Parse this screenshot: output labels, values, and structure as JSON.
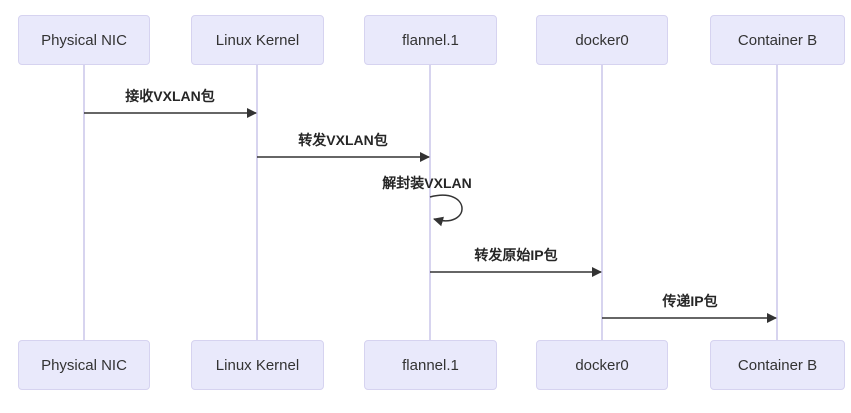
{
  "diagram": {
    "type": "sequence-diagram",
    "topic": "VXLAN packet flow",
    "actors": [
      {
        "name": "Physical NIC"
      },
      {
        "name": "Linux Kernel"
      },
      {
        "name": "flannel.1"
      },
      {
        "name": "docker0"
      },
      {
        "name": "Container B"
      }
    ],
    "messages": [
      {
        "from": "Physical NIC",
        "to": "Linux Kernel",
        "label": "接收VXLAN包",
        "style": "solid-arrow"
      },
      {
        "from": "Linux Kernel",
        "to": "flannel.1",
        "label": "转发VXLAN包",
        "style": "solid-arrow"
      },
      {
        "from": "flannel.1",
        "to": "flannel.1",
        "label": "解封装VXLAN",
        "style": "self-loop"
      },
      {
        "from": "flannel.1",
        "to": "docker0",
        "label": "转发原始IP包",
        "style": "solid-arrow"
      },
      {
        "from": "docker0",
        "to": "Container B",
        "label": "传递IP包",
        "style": "solid-arrow"
      }
    ],
    "colors": {
      "actor_fill": "#e9e9fb",
      "actor_border": "#d6d3f0",
      "lifeline": "#cac5ea",
      "arrow": "#333333",
      "message_text": "#262626",
      "actor_text": "#333333",
      "background": "#ffffff"
    }
  }
}
